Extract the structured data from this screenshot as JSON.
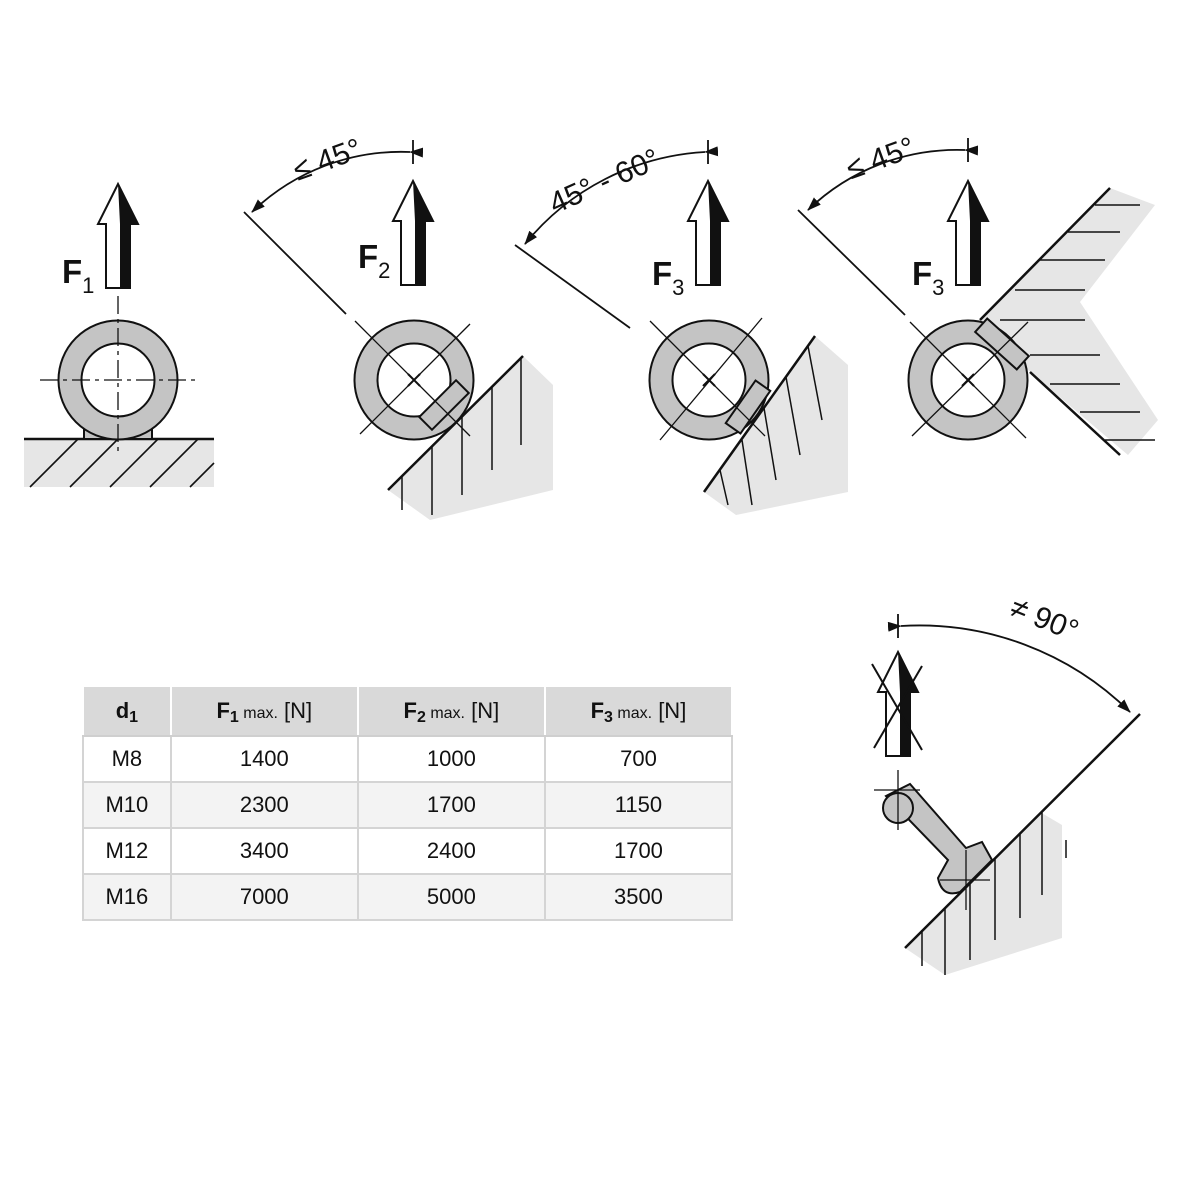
{
  "labels": {
    "f1": {
      "main": "F",
      "sub": "1"
    },
    "f2": {
      "main": "F",
      "sub": "2"
    },
    "f3a": {
      "main": "F",
      "sub": "3"
    },
    "f3b": {
      "main": "F",
      "sub": "3"
    }
  },
  "angles": {
    "a1": "≤ 45°",
    "a2": "45° - 60°",
    "a3": "≤ 45°",
    "a4": "≠ 90°"
  },
  "table": {
    "headers": [
      {
        "main": "d",
        "sub": "1",
        "suffix": "",
        "unit": ""
      },
      {
        "main": "F",
        "sub": "1",
        "suffix": " max.",
        "unit": " [N]"
      },
      {
        "main": "F",
        "sub": "2",
        "suffix": " max.",
        "unit": " [N]"
      },
      {
        "main": "F",
        "sub": "3",
        "suffix": " max.",
        "unit": " [N]"
      }
    ],
    "rows": [
      [
        "M8",
        "1400",
        "1000",
        "700"
      ],
      [
        "M10",
        "2300",
        "1700",
        "1150"
      ],
      [
        "M12",
        "3400",
        "2400",
        "1700"
      ],
      [
        "M16",
        "7000",
        "5000",
        "3500"
      ]
    ]
  },
  "colors": {
    "ring": "#c4c4c4",
    "shade": "#e6e6e6",
    "line": "#111111"
  }
}
